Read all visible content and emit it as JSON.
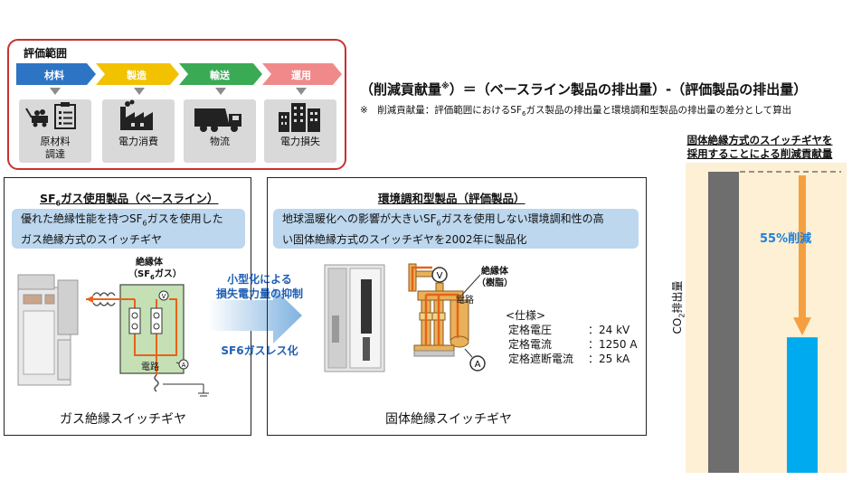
{
  "scope": {
    "title": "評価範囲",
    "stages": [
      {
        "label": "材料",
        "color": "#2e74c4",
        "icon": "mining-cart-icon",
        "desc1": "原材料",
        "desc2": "調達"
      },
      {
        "label": "製造",
        "color": "#f2c200",
        "icon": "factory-icon",
        "desc1": "電力消費",
        "desc2": ""
      },
      {
        "label": "輸送",
        "color": "#3aaa55",
        "icon": "truck-icon",
        "desc1": "物流",
        "desc2": ""
      },
      {
        "label": "運用",
        "color": "#f08a8a",
        "icon": "building-icon",
        "desc1": "電力損失",
        "desc2": ""
      }
    ]
  },
  "formula": {
    "text_a": "（削減貢献量",
    "mark": "※",
    "text_b": "）＝（ベースライン製品の排出量）-（評価製品の排出量）"
  },
  "footnote": {
    "prefix": "※　削減貢献量：評価範囲におけるSF",
    "sub": "6",
    "suffix": "ガス製品の排出量と環境調和型製品の排出量の差分として算出"
  },
  "baseline": {
    "title_a": "SF",
    "title_sub": "6",
    "title_b": "ガス使用製品（ベースライン）",
    "desc_a": "優れた絶縁性能を持つSF",
    "desc_sub": "6",
    "desc_b": "ガスを使用した",
    "desc_line2": "ガス絶縁方式のスイッチギヤ",
    "insulator_label": "絶縁体",
    "insulator_sub_a": "（SF",
    "insulator_sub_sub": "6",
    "insulator_sub_b": "ガス）",
    "circuit_label": "電路",
    "caption": "ガス絶縁スイッチギヤ"
  },
  "arrow": {
    "line1": "小型化による",
    "line2": "損失電力量の抑制",
    "line3": "SF6ガスレス化"
  },
  "eco": {
    "title": "環境調和型製品（評価製品）",
    "desc_a": "地球温暖化への影響が大きいSF",
    "desc_sub": "6",
    "desc_b": "ガスを使用しない環境調和性の高",
    "desc_line2": "い固体絶縁方式のスイッチギヤを2002年に製品化",
    "insulator_label": "絶縁体",
    "insulator_sub": "（樹脂）",
    "circuit_label": "電路",
    "spec_title": "<仕様>",
    "specs": [
      {
        "name": "定格電圧",
        "value": "：24 kV"
      },
      {
        "name": "定格電流",
        "value": "：1250 A"
      },
      {
        "name": "定格遮断電流",
        "value": "：25 kA"
      }
    ],
    "caption": "固体絶縁スイッチギヤ"
  },
  "chart_data": {
    "type": "bar",
    "title_line1": "固体絶縁方式のスイッチギヤを",
    "title_line2": "採用することによる削減貢献量",
    "ylabel_a": "CO",
    "ylabel_sub": "2",
    "ylabel_b": "排出量",
    "categories": [
      "",
      ""
    ],
    "values": [
      100,
      45
    ],
    "ylim": [
      0,
      100
    ],
    "annotation": "55%削減",
    "colors": {
      "baseline": "#6e6e6e",
      "eco": "#00aaee",
      "arrow": "#f5a040",
      "annotation": "#1f80d8"
    }
  }
}
